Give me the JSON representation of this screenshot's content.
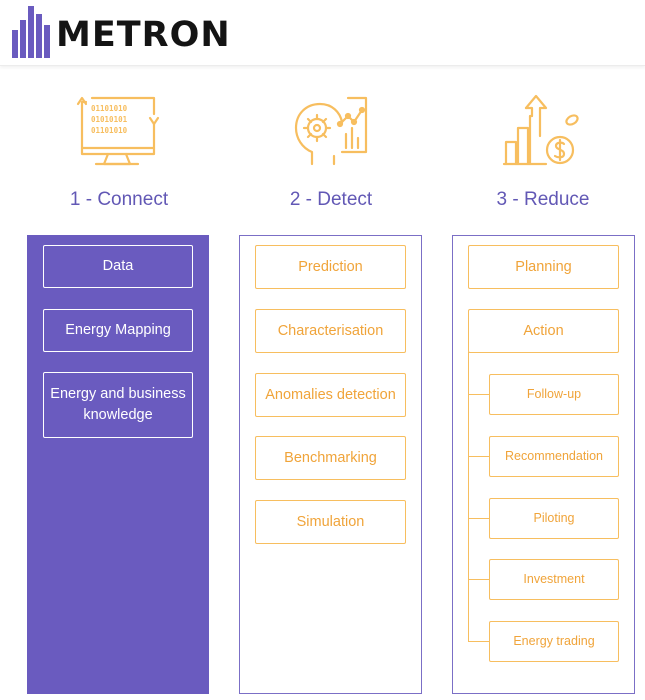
{
  "brand": {
    "name": "METRON",
    "color": "#6a5bbf"
  },
  "colors": {
    "purple": "#6a5bbf",
    "orange": "#f7be5f",
    "orange_text": "#f0a43a",
    "title": "#6258b5"
  },
  "steps": [
    {
      "title": "1 - Connect",
      "icon": "computer-binary-data-icon",
      "items": [
        "Data",
        "Energy Mapping",
        "Energy and business knowledge"
      ]
    },
    {
      "title": "2 - Detect",
      "icon": "head-gear-chart-icon",
      "items": [
        "Prediction",
        "Characterisation",
        "Anomalies detection",
        "Benchmarking",
        "Simulation"
      ]
    },
    {
      "title": "3 - Reduce",
      "icon": "growth-chart-coin-icon",
      "items": [
        "Planning",
        "Action"
      ],
      "sub_items": [
        "Follow-up",
        "Recommendation",
        "Piloting",
        "Investment",
        "Energy trading"
      ]
    }
  ]
}
